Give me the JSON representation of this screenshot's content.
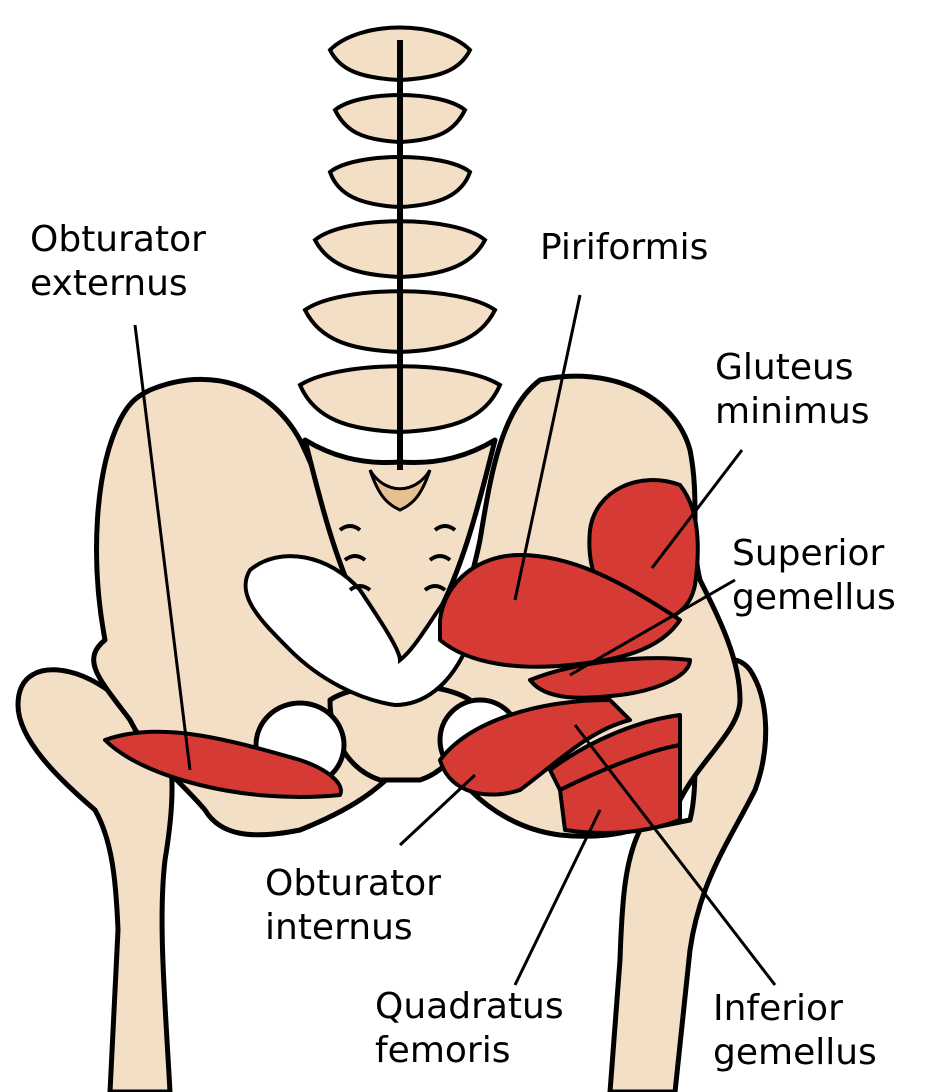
{
  "colors": {
    "bone": "#f3dfc6",
    "outline": "#000000",
    "muscle": "#d63a34",
    "disc": "#ffffff",
    "sacral_tip": "#e6c090",
    "background": "#ffffff"
  },
  "labels": {
    "obturator_externus": {
      "line1": "Obturator",
      "line2": "externus"
    },
    "piriformis": {
      "line1": "Piriformis"
    },
    "gluteus_minimus": {
      "line1": "Gluteus",
      "line2": "minimus"
    },
    "superior_gemellus": {
      "line1": "Superior",
      "line2": "gemellus"
    },
    "obturator_internus": {
      "line1": "Obturator",
      "line2": "internus"
    },
    "quadratus_femoris": {
      "line1": "Quadratus",
      "line2": "femoris"
    },
    "inferior_gemellus": {
      "line1": "Inferior",
      "line2": "gemellus"
    }
  }
}
